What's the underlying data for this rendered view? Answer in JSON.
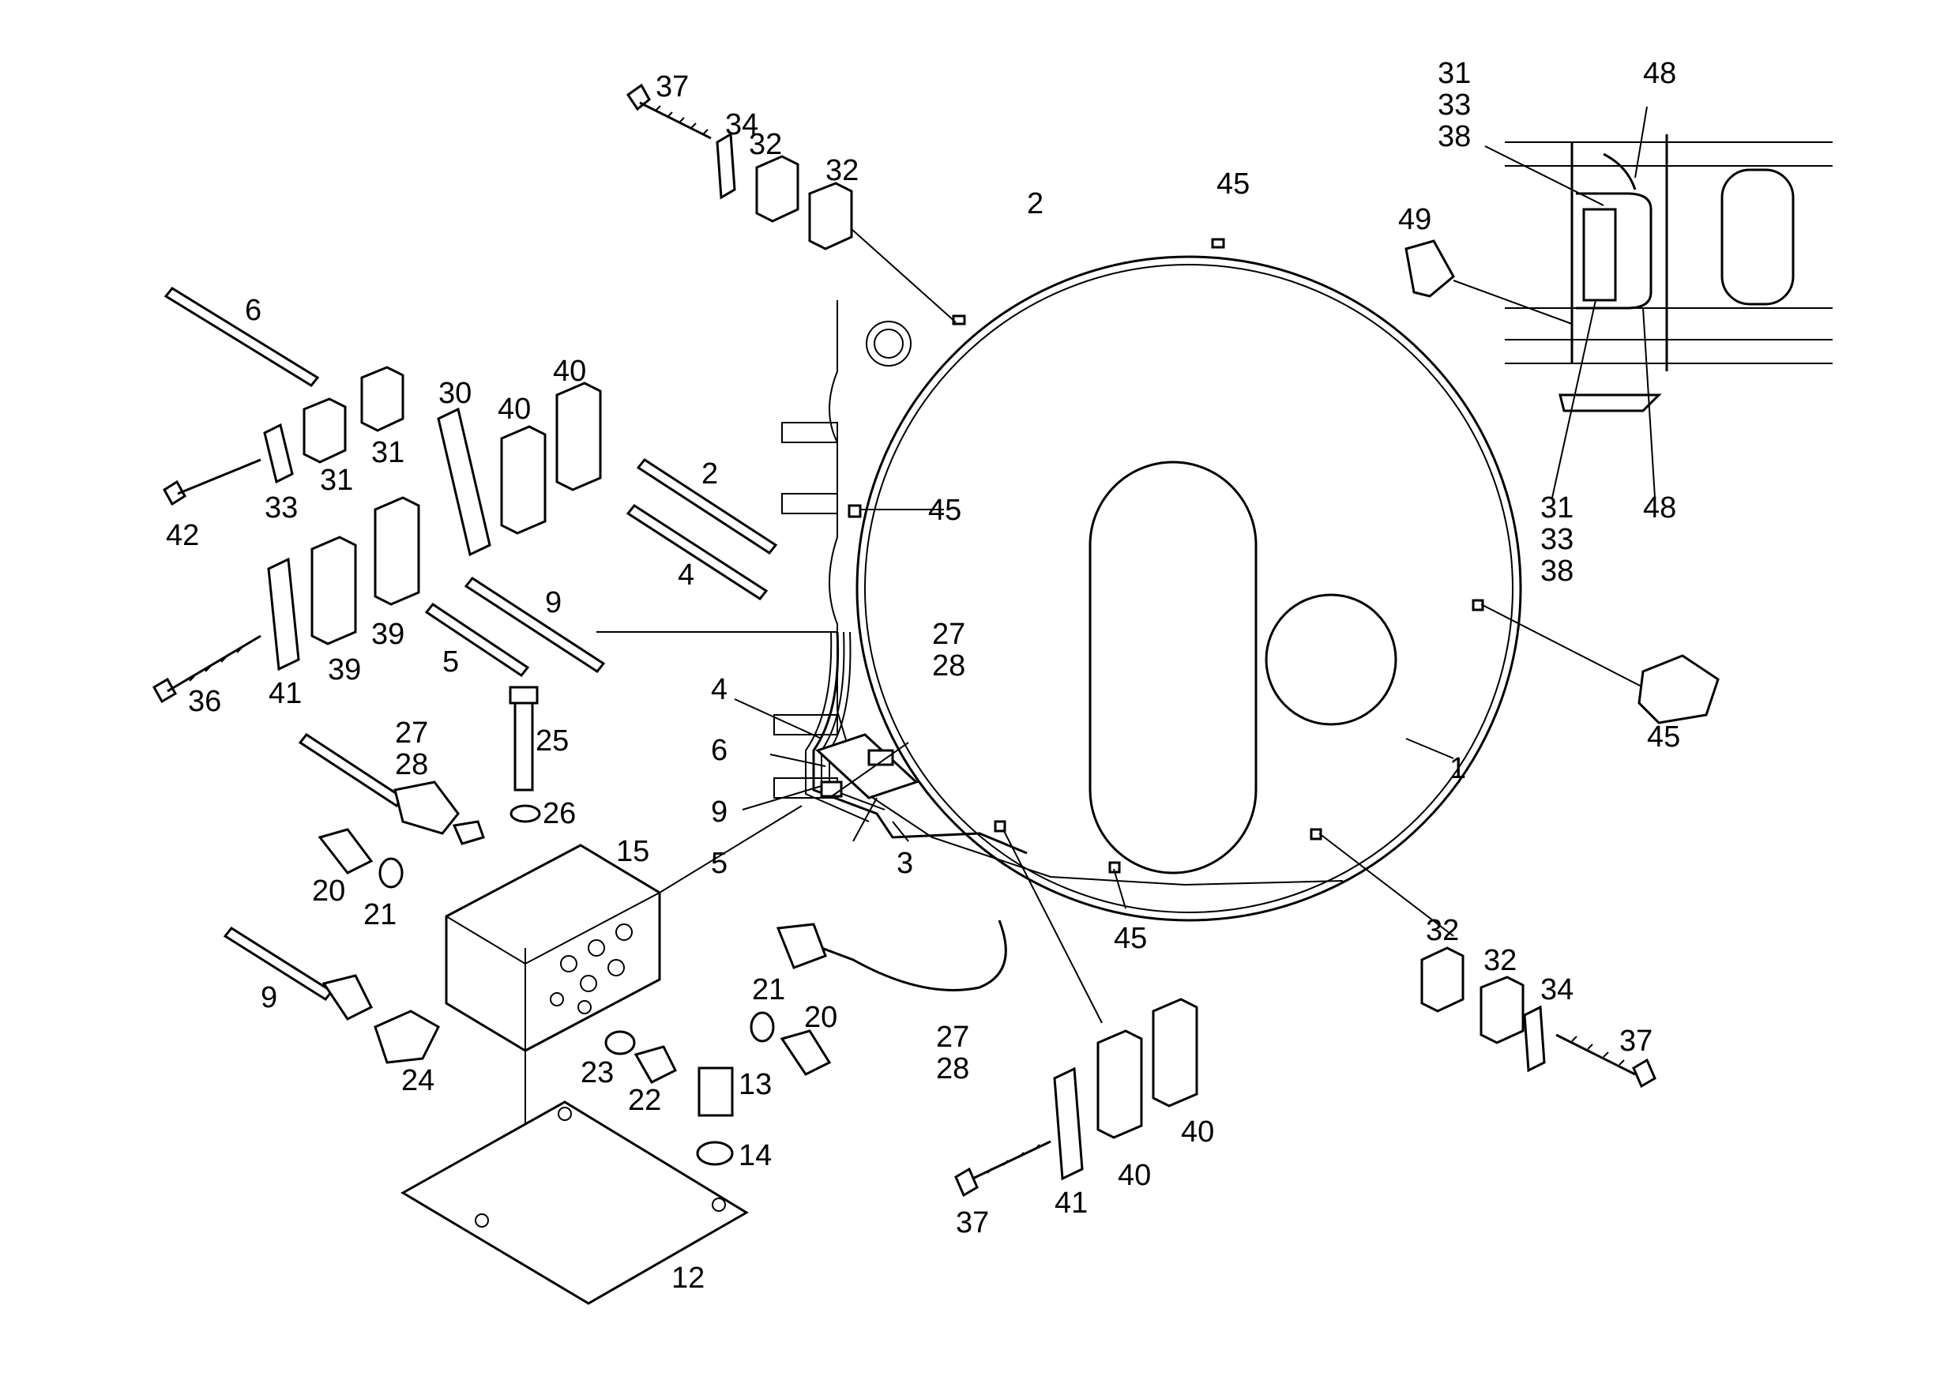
{
  "diagram": {
    "callouts": [
      {
        "id": "c37a",
        "text": "37"
      },
      {
        "id": "c34a",
        "text": "34"
      },
      {
        "id": "c32a",
        "text": "32"
      },
      {
        "id": "c32b",
        "text": "32"
      },
      {
        "id": "c2a",
        "text": "2"
      },
      {
        "id": "c45a",
        "text": "45"
      },
      {
        "id": "c31t",
        "text": "31"
      },
      {
        "id": "c33t",
        "text": "33"
      },
      {
        "id": "c38t",
        "text": "38"
      },
      {
        "id": "c48a",
        "text": "48"
      },
      {
        "id": "c49",
        "text": "49"
      },
      {
        "id": "c31b",
        "text": "31"
      },
      {
        "id": "c33b",
        "text": "33"
      },
      {
        "id": "c38b",
        "text": "38"
      },
      {
        "id": "c48b",
        "text": "48"
      },
      {
        "id": "c6a",
        "text": "6"
      },
      {
        "id": "c30",
        "text": "30"
      },
      {
        "id": "c40a",
        "text": "40"
      },
      {
        "id": "c40b",
        "text": "40"
      },
      {
        "id": "c31c",
        "text": "31"
      },
      {
        "id": "c31d",
        "text": "31"
      },
      {
        "id": "c33c",
        "text": "33"
      },
      {
        "id": "c42",
        "text": "42"
      },
      {
        "id": "c2b",
        "text": "2"
      },
      {
        "id": "c4a",
        "text": "4"
      },
      {
        "id": "c45b",
        "text": "45"
      },
      {
        "id": "c9a",
        "text": "9"
      },
      {
        "id": "c39a",
        "text": "39"
      },
      {
        "id": "c39b",
        "text": "39"
      },
      {
        "id": "c41a",
        "text": "41"
      },
      {
        "id": "c36",
        "text": "36"
      },
      {
        "id": "c5a",
        "text": "5"
      },
      {
        "id": "c27a",
        "text": "27"
      },
      {
        "id": "c28a",
        "text": "28"
      },
      {
        "id": "c4b",
        "text": "4"
      },
      {
        "id": "c6b",
        "text": "6"
      },
      {
        "id": "c9b",
        "text": "9"
      },
      {
        "id": "c5b",
        "text": "5"
      },
      {
        "id": "c3",
        "text": "3"
      },
      {
        "id": "c45c",
        "text": "45"
      },
      {
        "id": "c1",
        "text": "1"
      },
      {
        "id": "c45d",
        "text": "45"
      },
      {
        "id": "c27b",
        "text": "27"
      },
      {
        "id": "c28b",
        "text": "28"
      },
      {
        "id": "c25",
        "text": "25"
      },
      {
        "id": "c26",
        "text": "26"
      },
      {
        "id": "c15",
        "text": "15"
      },
      {
        "id": "c20a",
        "text": "20"
      },
      {
        "id": "c21a",
        "text": "21"
      },
      {
        "id": "c9c",
        "text": "9"
      },
      {
        "id": "c24",
        "text": "24"
      },
      {
        "id": "c21b",
        "text": "21"
      },
      {
        "id": "c20b",
        "text": "20"
      },
      {
        "id": "c23",
        "text": "23"
      },
      {
        "id": "c22",
        "text": "22"
      },
      {
        "id": "c27c",
        "text": "27"
      },
      {
        "id": "c28c",
        "text": "28"
      },
      {
        "id": "c13",
        "text": "13"
      },
      {
        "id": "c14",
        "text": "14"
      },
      {
        "id": "c12",
        "text": "12"
      },
      {
        "id": "c32c",
        "text": "32"
      },
      {
        "id": "c32d",
        "text": "32"
      },
      {
        "id": "c34b",
        "text": "34"
      },
      {
        "id": "c37b",
        "text": "37"
      },
      {
        "id": "c40c",
        "text": "40"
      },
      {
        "id": "c40d",
        "text": "40"
      },
      {
        "id": "c41b",
        "text": "41"
      },
      {
        "id": "c37c",
        "text": "37"
      }
    ]
  }
}
